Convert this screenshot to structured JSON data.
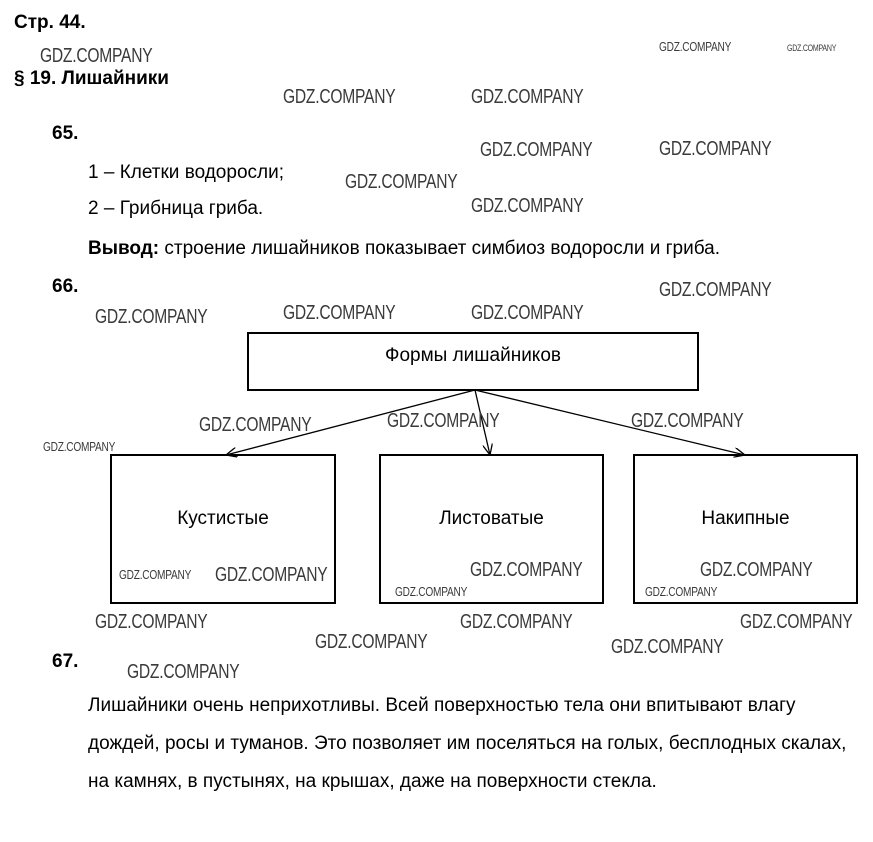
{
  "page_label": "Стр. 44.",
  "section_title": "§ 19. Лишайники",
  "task65": {
    "number": "65.",
    "items": [
      "1 – Клетки водоросли;",
      "2 – Грибница гриба."
    ],
    "conclusion_label": "Вывод:",
    "conclusion_text": " строение лишайников показывает симбиоз водоросли и гриба."
  },
  "task66": {
    "number": "66.",
    "root": "Формы лишайников",
    "children": [
      "Кустистые",
      "Листоватые",
      "Накипные"
    ]
  },
  "task67": {
    "number": "67.",
    "text": "Лишайники очень неприхотливы. Всей поверхностью тела они впитывают влагу дождей, росы и туманов. Это позволяет им поселяться на голых, бесплодных скалах, на камнях, в пустынях, на крышах, даже на поверхности стекла."
  },
  "watermark": "GDZ.COMPANY"
}
